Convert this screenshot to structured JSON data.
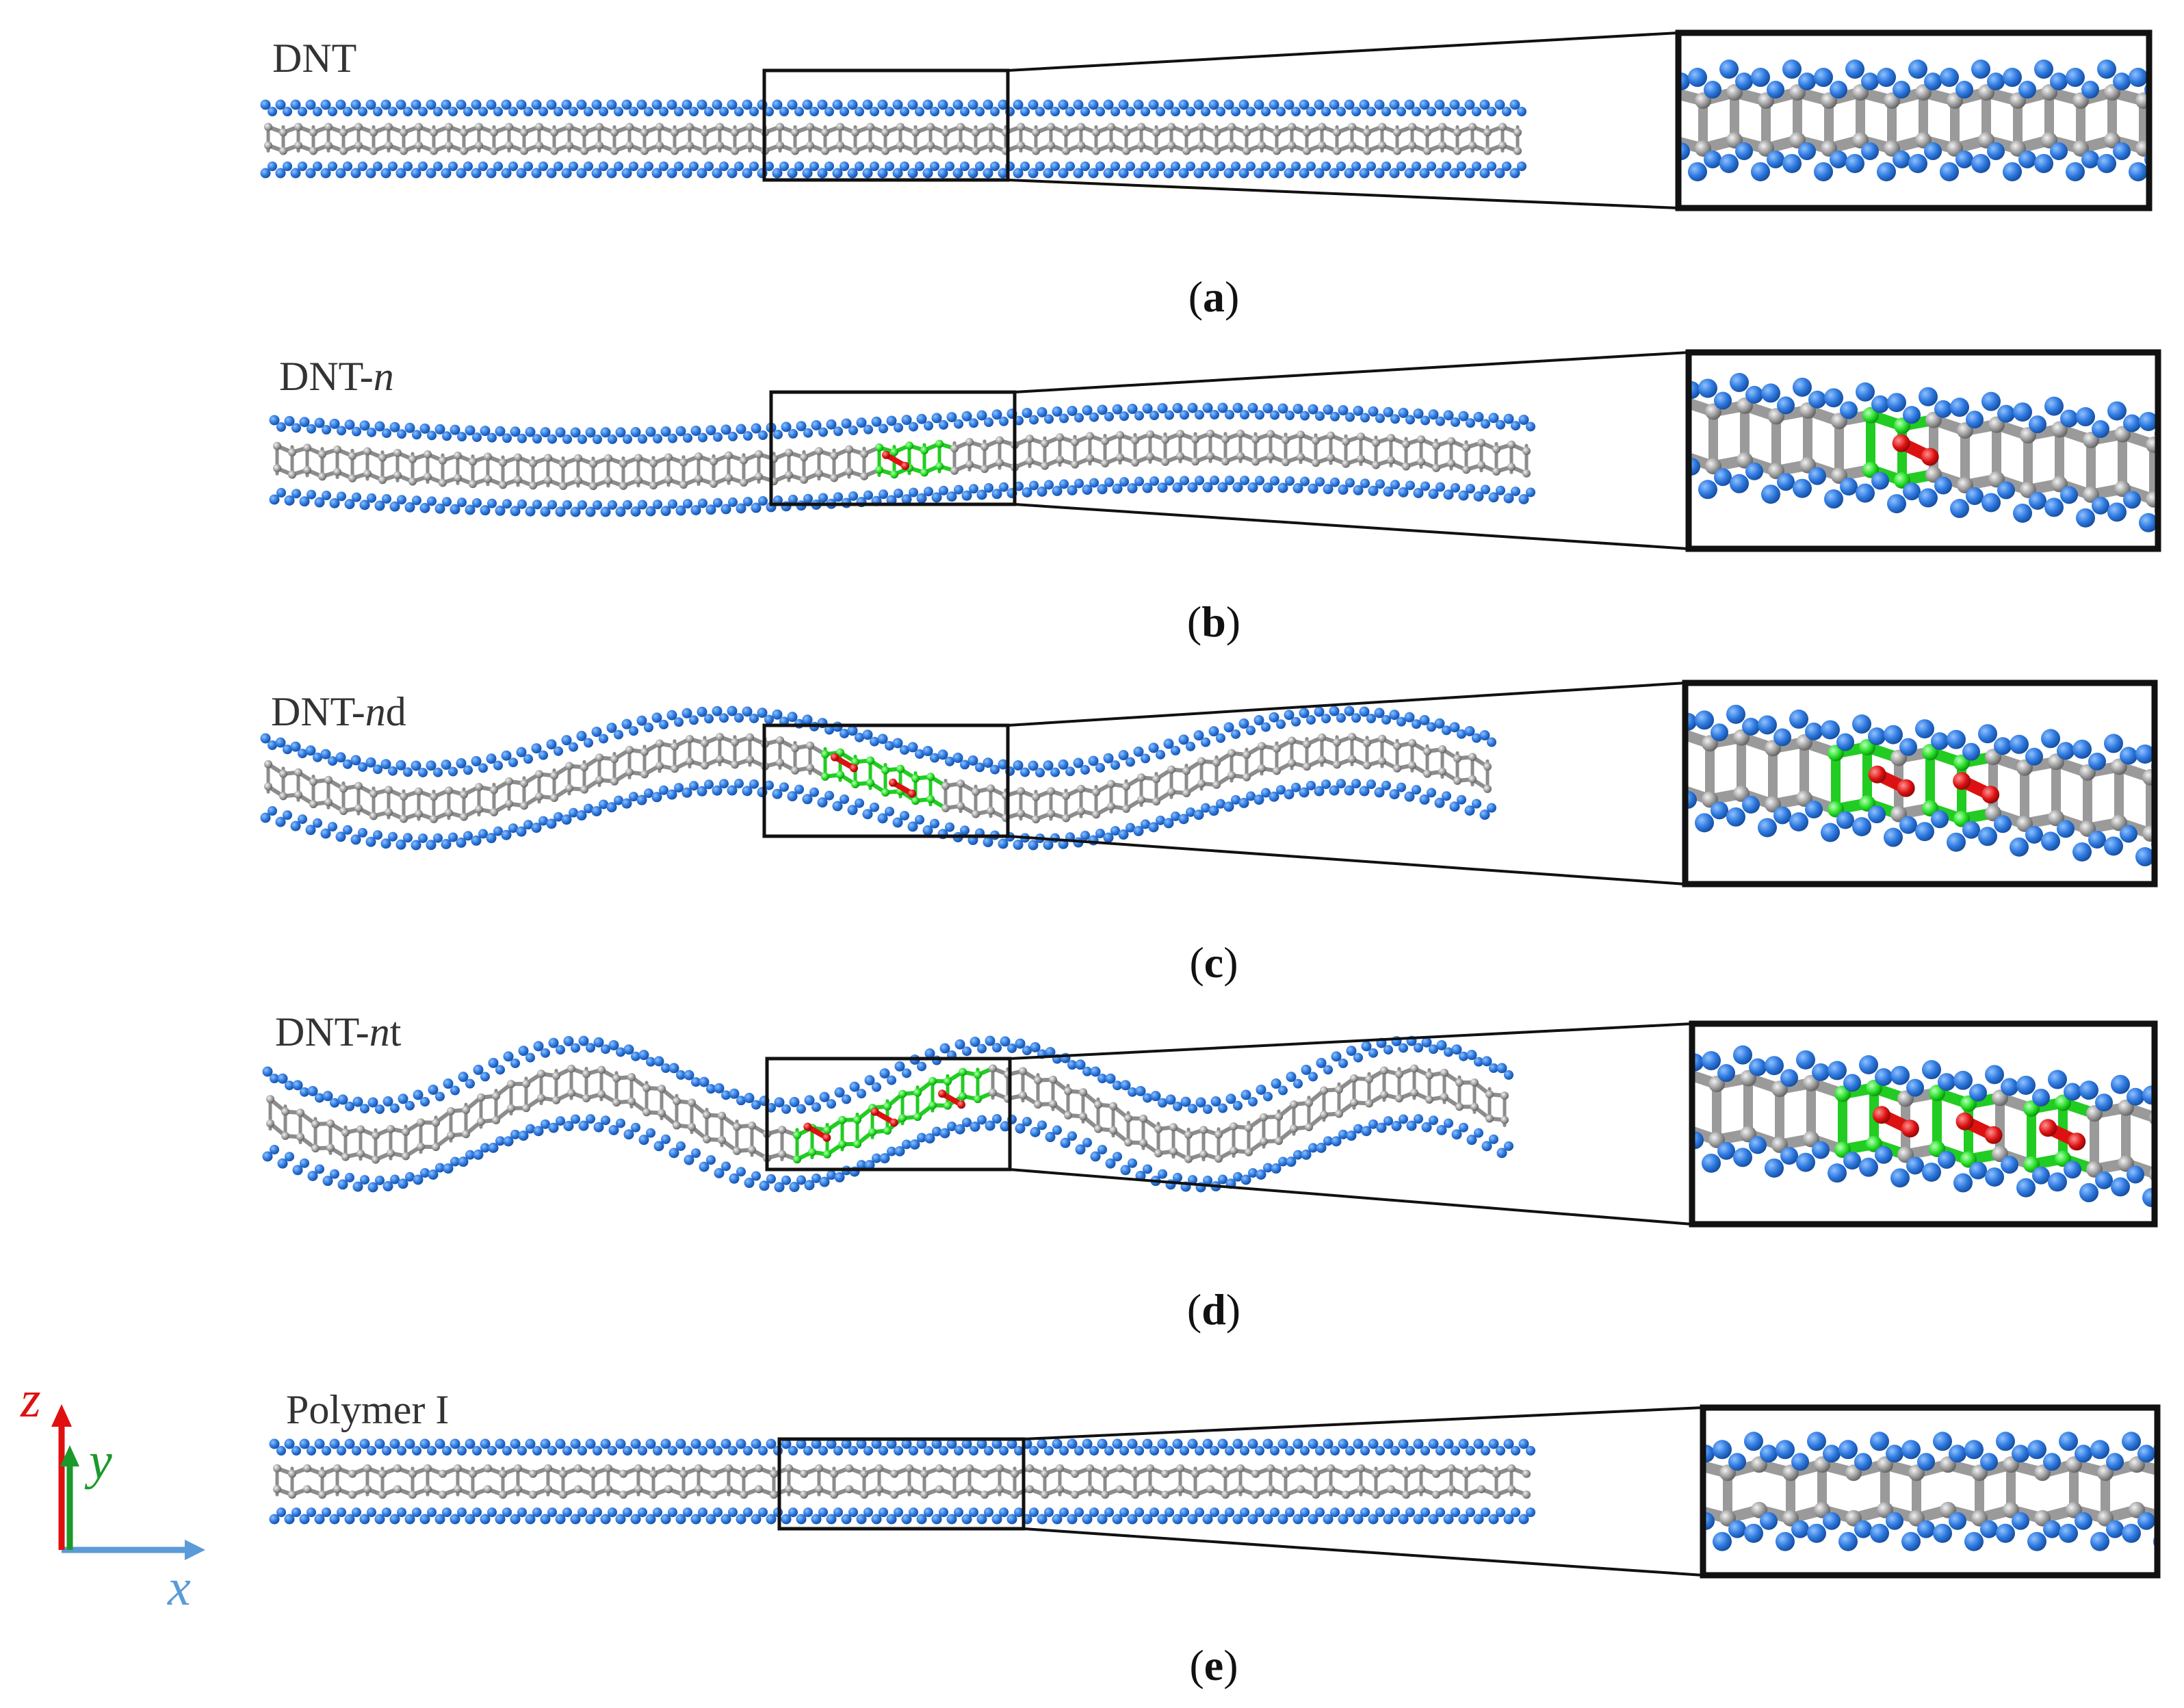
{
  "colors": {
    "carbon": "#9a9a9a",
    "hydrogen": "#2f7ae0",
    "defect_ring": "#22dd22",
    "defect_bond": "#dd1111",
    "frame": "#111111",
    "label": "#333333",
    "axis_z": "#e01010",
    "axis_y": "#1a9a2a",
    "axis_x": "#5a9bd8"
  },
  "panels": [
    {
      "name": "DNT",
      "name_main": "DNT",
      "name_italic": "",
      "name_suffix": "",
      "caption_letter": "a",
      "defects": 0,
      "wave": 0
    },
    {
      "name": "DNT-n",
      "name_main": "DNT-",
      "name_italic": "n",
      "name_suffix": "",
      "caption_letter": "b",
      "defects": 1,
      "wave": 1
    },
    {
      "name": "DNT-nd",
      "name_main": "DNT-",
      "name_italic": "n",
      "name_suffix": "d",
      "caption_letter": "c",
      "defects": 2,
      "wave": 2
    },
    {
      "name": "DNT-nt",
      "name_main": "DNT-",
      "name_italic": "n",
      "name_suffix": "t",
      "caption_letter": "d",
      "defects": 3,
      "wave": 3
    },
    {
      "name": "Polymer I",
      "name_main": "Polymer I",
      "name_italic": "",
      "name_suffix": "",
      "caption_letter": "e",
      "defects": 0,
      "wave": 0
    }
  ],
  "axes": {
    "z_label": "z",
    "y_label": "y",
    "x_label": "x"
  }
}
